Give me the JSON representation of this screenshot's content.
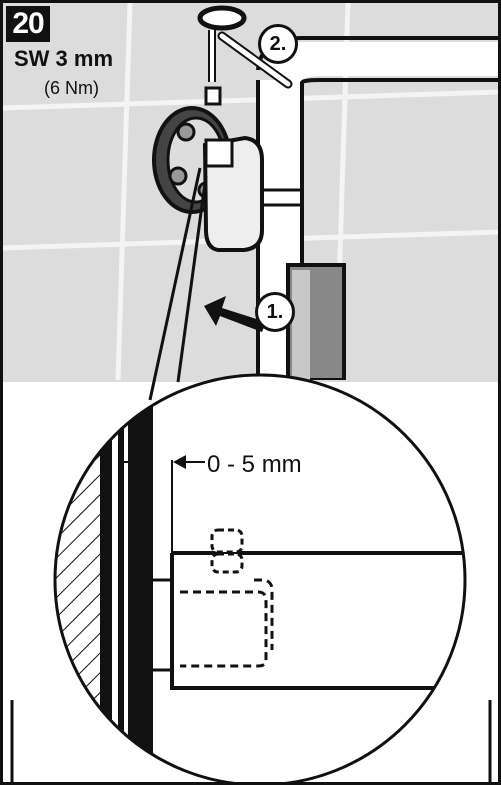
{
  "step_number": "20",
  "tool": "SW 3 mm",
  "torque": "(6 Nm)",
  "callouts": {
    "first": "1.",
    "second": "2."
  },
  "gap": "0 - 5 mm",
  "colors": {
    "wall": "#dcdcdc",
    "tile_lines": "#f4f4f4",
    "ink": "#111111",
    "background": "#ffffff"
  }
}
